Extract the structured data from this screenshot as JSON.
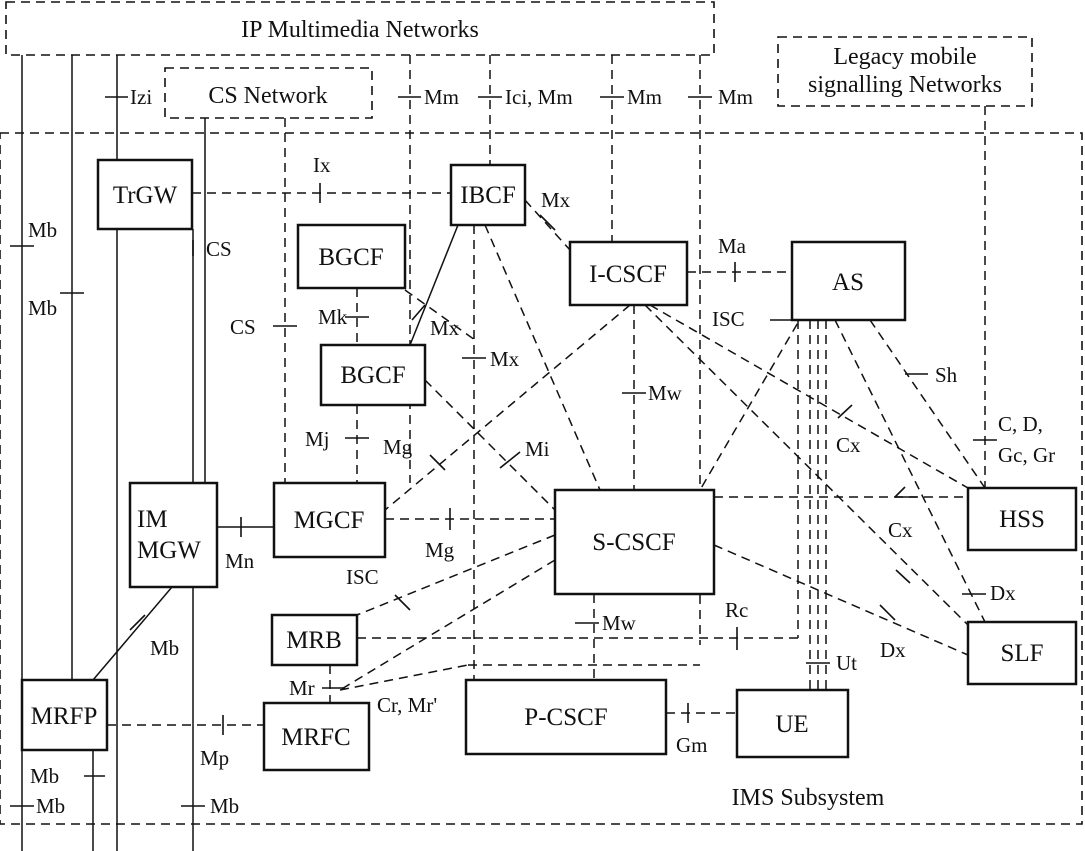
{
  "zones": {
    "ip_multimedia": "IP Multimedia Networks",
    "cs_network": "CS Network",
    "legacy_line1": "Legacy mobile",
    "legacy_line2": "signalling Networks",
    "ims_subsystem": "IMS Subsystem"
  },
  "nodes": {
    "trgw": "TrGW",
    "ibcf": "IBCF",
    "bgcf_top": "BGCF",
    "bgcf_mid": "BGCF",
    "icscf": "I-CSCF",
    "as": "AS",
    "im_mgw_line1": "IM",
    "im_mgw_line2": "MGW",
    "mgcf": "MGCF",
    "scscf": "S-CSCF",
    "hss": "HSS",
    "mrb": "MRB",
    "slf": "SLF",
    "mrfp": "MRFP",
    "mrfc": "MRFC",
    "pcscf": "P-CSCF",
    "ue": "UE"
  },
  "interfaces": {
    "izi": "Izi",
    "mm1": "Mm",
    "ici_mm": "Ici, Mm",
    "mm2": "Mm",
    "mm3": "Mm",
    "ix": "Ix",
    "mx_ibcf": "Mx",
    "mb_left": "Mb",
    "cs_trgw": "CS",
    "ma": "Ma",
    "mb_left2": "Mb",
    "cs_left": "CS",
    "mk": "Mk",
    "mx_bgcf": "Mx",
    "isc_as": "ISC",
    "sh": "Sh",
    "mx_mid": "Mx",
    "mw_top": "Mw",
    "c_d": "C, D,",
    "gc_gr": "Gc, Gr",
    "mj": "Mj",
    "mg_top": "Mg",
    "mi": "Mi",
    "cx_top": "Cx",
    "cx_bottom": "Cx",
    "mn": "Mn",
    "mg_bottom": "Mg",
    "isc_mrb": "ISC",
    "mb_mgw": "Mb",
    "dx_top": "Dx",
    "rc": "Rc",
    "mw_bottom": "Mw",
    "dx_bottom": "Dx",
    "ut": "Ut",
    "mr": "Mr",
    "cr_mr": "Cr, Mr'",
    "gm": "Gm",
    "mp": "Mp",
    "mb_bl1": "Mb",
    "mb_bl2": "Mb",
    "mb_bl3": "Mb"
  }
}
